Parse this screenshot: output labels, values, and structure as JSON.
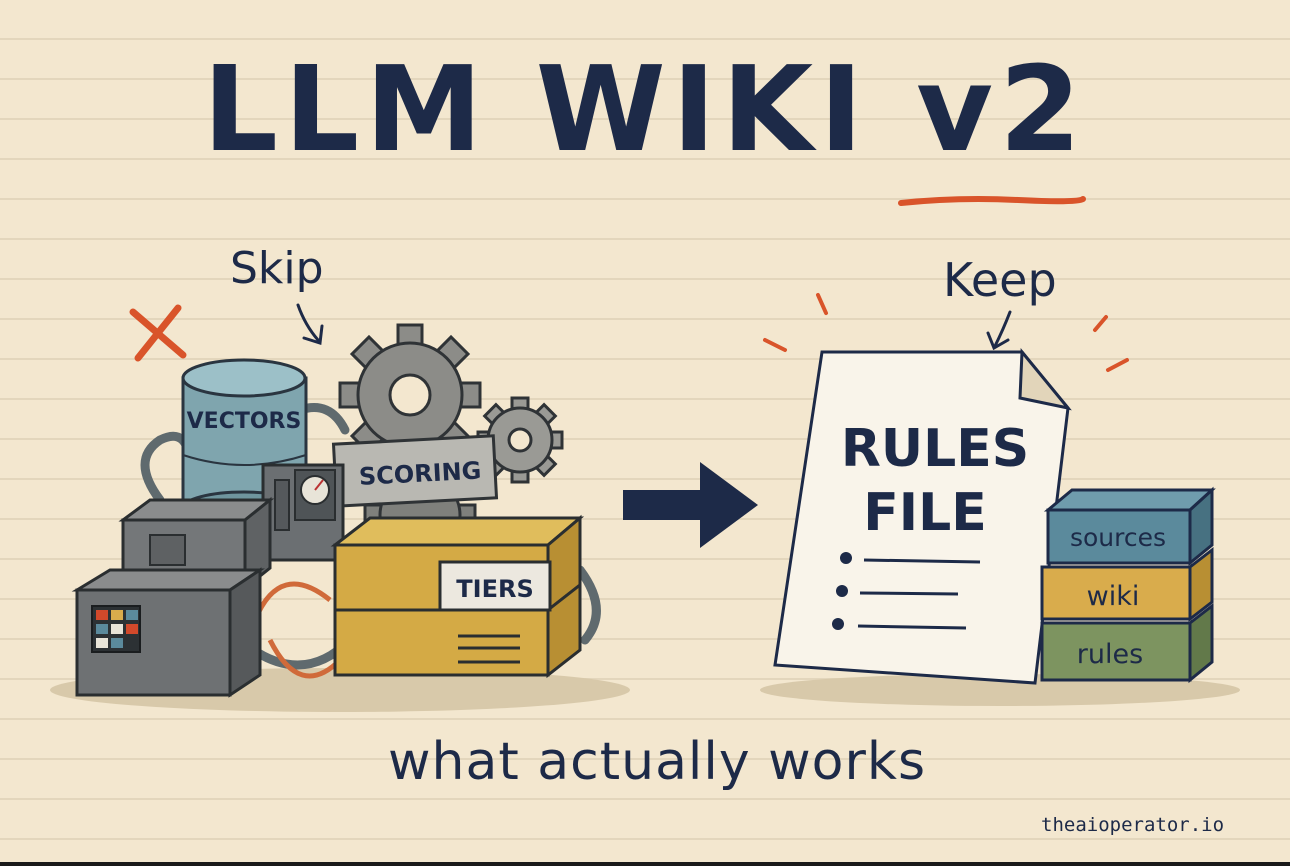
{
  "title": {
    "main": "LLM WIKI",
    "version": "v2"
  },
  "labels": {
    "skip": "Skip",
    "keep": "Keep"
  },
  "machine": {
    "vectors": "VECTORS",
    "scoring": "SCORING",
    "tiers": "TIERS"
  },
  "document": {
    "line1": "RULES",
    "line2": "FILE"
  },
  "blocks": [
    {
      "label": "sources",
      "color": "#5b8a9c"
    },
    {
      "label": "wiki",
      "color": "#d9ac4c"
    },
    {
      "label": "rules",
      "color": "#7d9460"
    }
  ],
  "footer": "what actually works",
  "credit": "theaioperator.io",
  "colors": {
    "ink": "#1d2a48",
    "accent": "#d9542a",
    "paper": "#f3e7cf"
  }
}
